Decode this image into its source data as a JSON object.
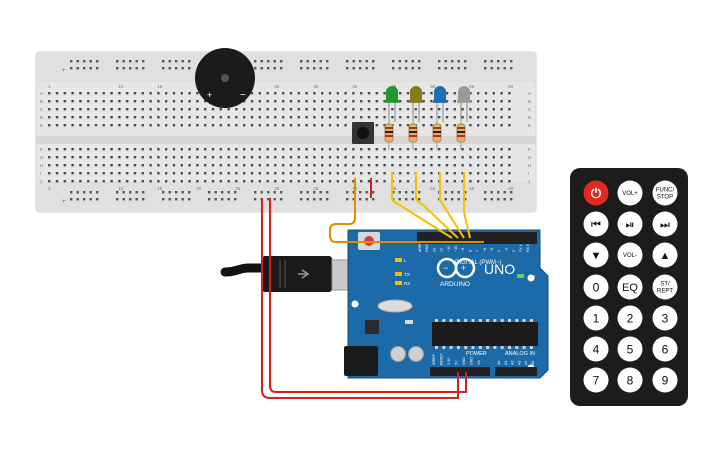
{
  "breadboard": {
    "column_numbers": [
      "1",
      "10",
      "15",
      "20",
      "25",
      "30",
      "35",
      "40",
      "45",
      "50",
      "55",
      "60"
    ],
    "row_letters_top": [
      "A",
      "B",
      "C",
      "D",
      "E"
    ],
    "row_letters_bottom": [
      "F",
      "G",
      "H",
      "I",
      "J"
    ]
  },
  "buzzer": {
    "plus": "+",
    "minus": "−"
  },
  "arduino": {
    "brand": "ARDUINO",
    "model": "UNO",
    "digital_label": "DIGITAL (PWM~)",
    "power_label": "POWER",
    "analog_label": "ANALOG IN",
    "on_label": "ON",
    "tx_label": "TX",
    "rx_label": "RX",
    "l_label": "L",
    "power_pins": [
      "IOREF",
      "RESET",
      "3.3V",
      "5V",
      "GND",
      "GND",
      "Vin"
    ],
    "analog_pins": [
      "A0",
      "A1",
      "A2",
      "A3",
      "A4",
      "A5"
    ],
    "digital_pins_left": [
      "AREF",
      "GND",
      "13",
      "12",
      "~11",
      "~10",
      "~9",
      "8"
    ],
    "digital_pins_right": [
      "7",
      "~6",
      "~5",
      "4",
      "~3",
      "2",
      "TX 1",
      "RX 0"
    ]
  },
  "leds": [
    {
      "color": "green",
      "hex": "#1e9a2a"
    },
    {
      "color": "olive",
      "hex": "#8a7a14"
    },
    {
      "color": "blue",
      "hex": "#1f6fb0"
    },
    {
      "color": "gray",
      "hex": "#9a9a9a"
    }
  ],
  "remote": {
    "buttons": [
      {
        "id": "power",
        "label": "⏻",
        "type": "power"
      },
      {
        "id": "vol-up",
        "label": "VOL+"
      },
      {
        "id": "func-stop",
        "label": "FUNC/\nSTOP"
      },
      {
        "id": "prev",
        "label": "⏮"
      },
      {
        "id": "play-pause",
        "label": "⏯"
      },
      {
        "id": "next",
        "label": "⏭"
      },
      {
        "id": "down",
        "label": "▼"
      },
      {
        "id": "vol-down",
        "label": "VOL-"
      },
      {
        "id": "up",
        "label": "▲"
      },
      {
        "id": "num-0",
        "label": "0"
      },
      {
        "id": "eq",
        "label": "EQ"
      },
      {
        "id": "st-rept",
        "label": "ST/\nREPT"
      },
      {
        "id": "num-1",
        "label": "1"
      },
      {
        "id": "num-2",
        "label": "2"
      },
      {
        "id": "num-3",
        "label": "3"
      },
      {
        "id": "num-4",
        "label": "4"
      },
      {
        "id": "num-5",
        "label": "5"
      },
      {
        "id": "num-6",
        "label": "6"
      },
      {
        "id": "num-7",
        "label": "7"
      },
      {
        "id": "num-8",
        "label": "8"
      },
      {
        "id": "num-9",
        "label": "9"
      }
    ]
  },
  "colors": {
    "wire_red": "#d42020",
    "wire_yellow": "#f2c300",
    "wire_orange": "#e58a00",
    "wire_black": "#222222",
    "arduino_blue": "#1c6aa7",
    "breadboard": "#e6e6e6"
  }
}
